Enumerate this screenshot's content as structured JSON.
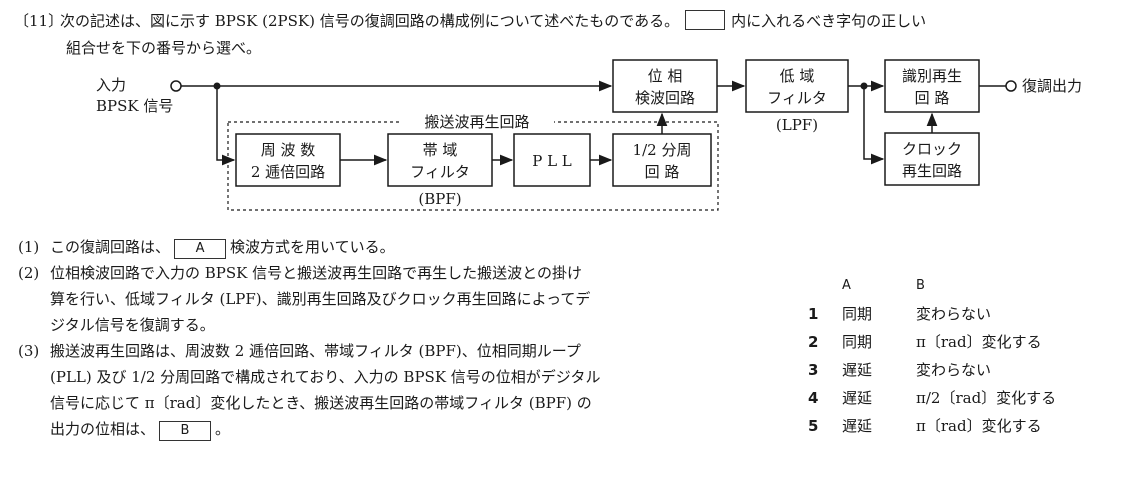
{
  "question": {
    "number": "〔11〕",
    "text_before_blank": "次の記述は、図に示す BPSK (2PSK) 信号の復調回路の構成例について述べたものである。",
    "text_after_blank": "内に入れるべき字句の正しい",
    "text_line2": "組合せを下の番号から選べ。"
  },
  "diagram": {
    "input_label_1": "入力",
    "input_label_2": "BPSK 信号",
    "carrier_group_label": "搬送波再生回路",
    "blocks": {
      "phase_detector": [
        "位 相",
        "検波回路"
      ],
      "lpf": [
        "低 域",
        "フィルタ"
      ],
      "lpf_sub": "(LPF)",
      "regen": [
        "識別再生",
        "回 路"
      ],
      "clock": [
        "クロック",
        "再生回路"
      ],
      "doubler": [
        "周 波 数",
        "2 逓倍回路"
      ],
      "bpf": [
        "帯 域",
        "フィルタ"
      ],
      "bpf_sub": "(BPF)",
      "pll": "P L L",
      "divider": [
        "1/2 分周",
        "回 路"
      ]
    },
    "output_label": "復調出力"
  },
  "statements": [
    {
      "num": "(1)",
      "before": "この復調回路は、",
      "blank": "A",
      "after": "検波方式を用いている。"
    },
    {
      "num": "(2)",
      "lines": [
        "位相検波回路で入力の BPSK 信号と搬送波再生回路で再生した搬送波との掛け",
        "算を行い、低域フィルタ (LPF)、識別再生回路及びクロック再生回路によってデ",
        "ジタル信号を復調する。"
      ]
    },
    {
      "num": "(3)",
      "lines": [
        "搬送波再生回路は、周波数 2 逓倍回路、帯域フィルタ (BPF)、位相同期ループ",
        "(PLL) 及び 1/2 分周回路で構成されており、入力の BPSK 信号の位相がデジタル",
        "信号に応じて π〔rad〕変化したとき、搬送波再生回路の帯域フィルタ (BPF) の"
      ],
      "last_before": "出力の位相は、",
      "blank": "B",
      "last_after": "。"
    }
  ],
  "choices": {
    "header": {
      "a": "A",
      "b": "B"
    },
    "rows": [
      {
        "num": "1",
        "a": "同期",
        "b": "変わらない"
      },
      {
        "num": "2",
        "a": "同期",
        "b": "π〔rad〕変化する"
      },
      {
        "num": "3",
        "a": "遅延",
        "b": "変わらない"
      },
      {
        "num": "4",
        "a": "遅延",
        "b": "π/2〔rad〕変化する"
      },
      {
        "num": "5",
        "a": "遅延",
        "b": "π〔rad〕変化する"
      }
    ]
  }
}
